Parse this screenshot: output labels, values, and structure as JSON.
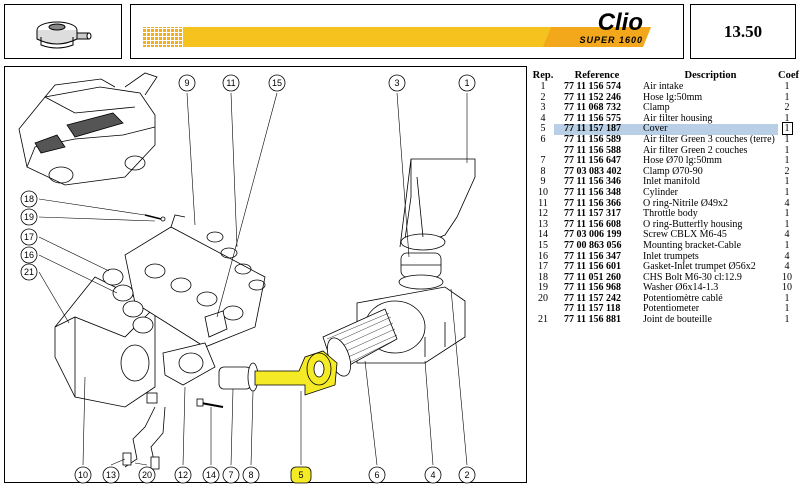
{
  "header": {
    "model_name": "Clio",
    "model_subtitle": "SUPER 1600",
    "page_number": "13.50"
  },
  "colors": {
    "highlight": "#f5ea26",
    "row_select": "#b8cfe6",
    "stripe": "#f2b01c"
  },
  "parts_table": {
    "columns": {
      "rep": "Rep.",
      "reference": "Reference",
      "description": "Description",
      "coef": "Coef"
    },
    "rows": [
      {
        "rep": "1",
        "reference": "77 11 156 574",
        "description": "Air intake",
        "coef": "1"
      },
      {
        "rep": "2",
        "reference": "77 11 152 246",
        "description": "Hose lg:50mm",
        "coef": "1"
      },
      {
        "rep": "3",
        "reference": "77 11 068 732",
        "description": "Clamp",
        "coef": "2"
      },
      {
        "rep": "4",
        "reference": "77 11 156 575",
        "description": "Air filter housing",
        "coef": "1"
      },
      {
        "rep": "5",
        "reference": "77 11 157 187",
        "description": "Cover",
        "coef": "1",
        "selected": true
      },
      {
        "rep": "6",
        "reference": "77 11 156 589",
        "description": "Air filter Green 3 couches (terre)",
        "coef": "1"
      },
      {
        "rep": "",
        "reference": "77 11 156 588",
        "description": "Air filter Green 2 couches",
        "coef": "1"
      },
      {
        "rep": "7",
        "reference": "77 11 156 647",
        "description": "Hose Ø70 lg:50mm",
        "coef": "1"
      },
      {
        "rep": "8",
        "reference": "77 03 083 402",
        "description": "Clamp Ø70-90",
        "coef": "2"
      },
      {
        "rep": "9",
        "reference": "77 11 156 346",
        "description": "Inlet manifold",
        "coef": "1"
      },
      {
        "rep": "10",
        "reference": "77 11 156 348",
        "description": "Cylinder",
        "coef": "1"
      },
      {
        "rep": "11",
        "reference": "77 11 156 366",
        "description": "O ring-Nitrile Ø49x2",
        "coef": "4"
      },
      {
        "rep": "12",
        "reference": "77 11 157 317",
        "description": "Throttle body",
        "coef": "1"
      },
      {
        "rep": "13",
        "reference": "77 11 156 608",
        "description": "O ring-Butterfly housing",
        "coef": "1"
      },
      {
        "rep": "14",
        "reference": "77 03 006 199",
        "description": "Screw CBLX M6-45",
        "coef": "4"
      },
      {
        "rep": "15",
        "reference": "77 00 863 056",
        "description": "Mounting bracket-Cable",
        "coef": "1"
      },
      {
        "rep": "16",
        "reference": "77 11 156 347",
        "description": "Inlet trumpets",
        "coef": "4"
      },
      {
        "rep": "17",
        "reference": "77 11 156 601",
        "description": "Gasket-Inlet trumpet Ø56x2",
        "coef": "4"
      },
      {
        "rep": "18",
        "reference": "77 11 051 260",
        "description": "CHS Bolt M6-30 cl:12.9",
        "coef": "10"
      },
      {
        "rep": "19",
        "reference": "77 11 156 968",
        "description": "Washer Ø6x14-1.3",
        "coef": "10"
      },
      {
        "rep": "20",
        "reference": "77 11 157 242",
        "description": "Potentiomètre cablé",
        "coef": "1"
      },
      {
        "rep": "",
        "reference": "77 11 157 118",
        "description": "Potentiometer",
        "coef": "1"
      },
      {
        "rep": "21",
        "reference": "77 11 156 881",
        "description": "Joint de bouteille",
        "coef": "1"
      }
    ]
  },
  "callouts": [
    "1",
    "2",
    "3",
    "4",
    "5",
    "6",
    "7",
    "8",
    "9",
    "10",
    "11",
    "12",
    "13",
    "14",
    "15",
    "16",
    "17",
    "18",
    "19",
    "20",
    "21"
  ],
  "selected_callout": "5"
}
